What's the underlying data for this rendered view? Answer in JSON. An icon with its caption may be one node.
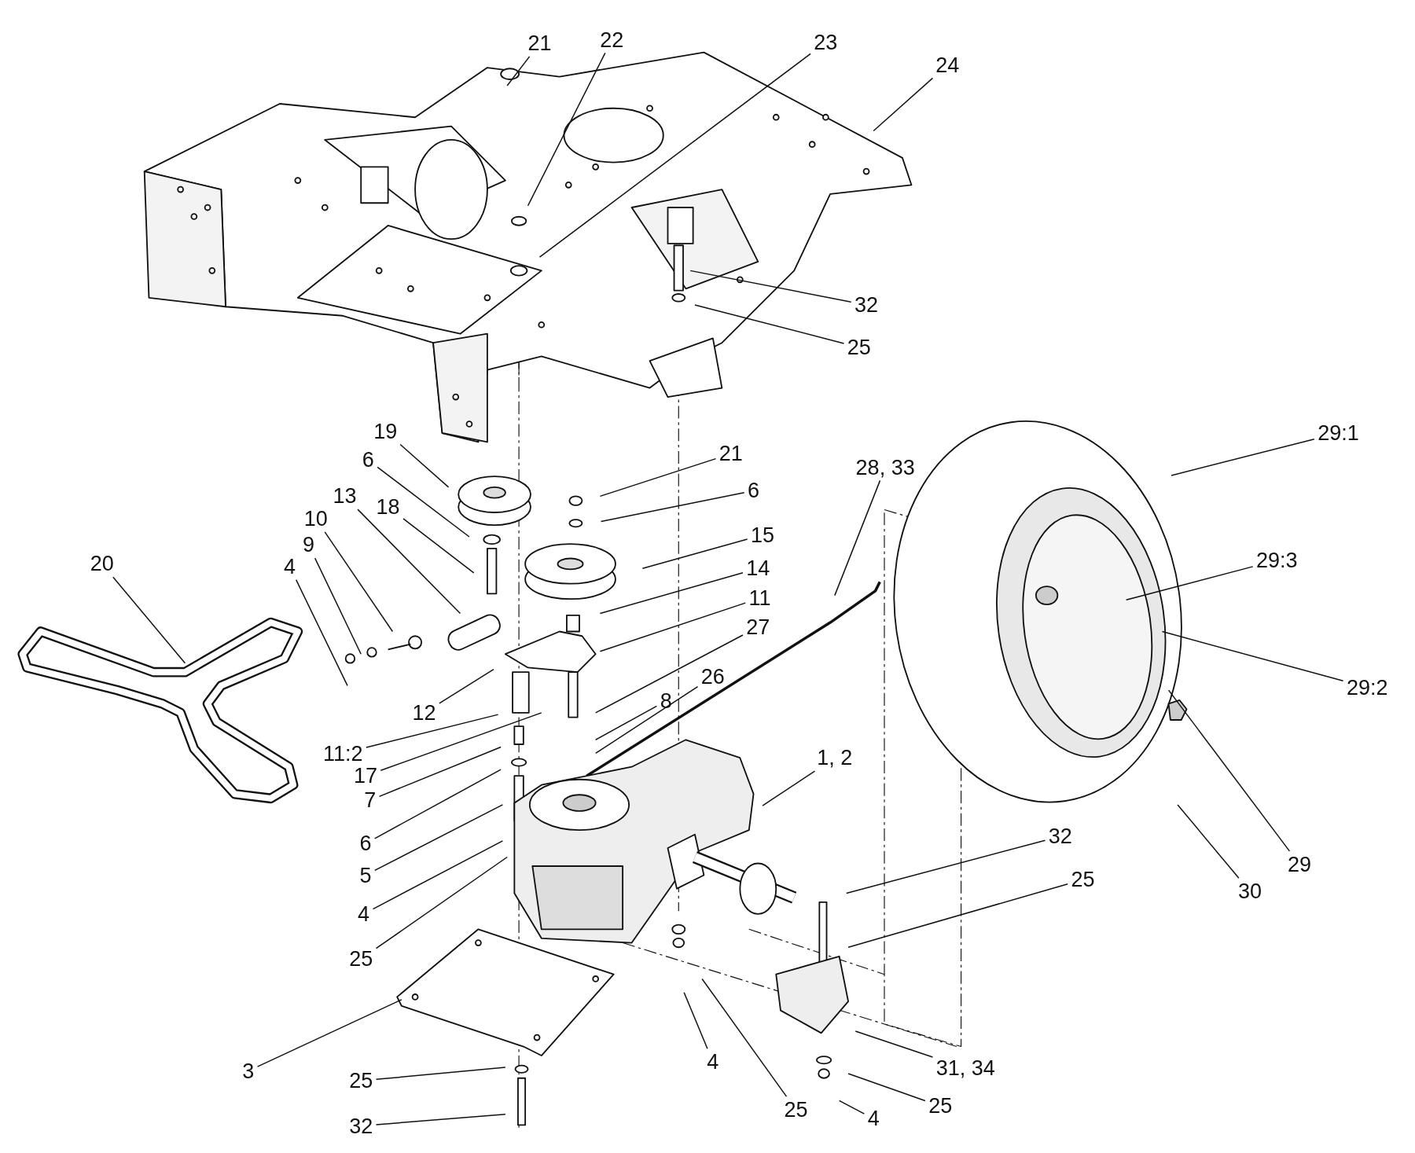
{
  "diagram": {
    "nodes": [
      {
        "text": [
          "21"
        ]
      },
      {
        "text": [
          "22"
        ]
      },
      {
        "text": [
          "23"
        ]
      },
      {
        "text": [
          "24"
        ]
      },
      {
        "text": [
          "32"
        ]
      },
      {
        "text": [
          "25"
        ]
      },
      {
        "text": [
          "29:1"
        ]
      },
      {
        "text": [
          "21"
        ]
      },
      {
        "text": [
          "6"
        ]
      },
      {
        "text": [
          "28, 33"
        ]
      },
      {
        "text": [
          "19"
        ]
      },
      {
        "text": [
          "6"
        ]
      },
      {
        "text": [
          "13"
        ]
      },
      {
        "text": [
          "10"
        ]
      },
      {
        "text": [
          "18"
        ]
      },
      {
        "text": [
          "9"
        ]
      },
      {
        "text": [
          "4"
        ]
      },
      {
        "text": [
          "15"
        ]
      },
      {
        "text": [
          "14"
        ]
      },
      {
        "text": [
          "11"
        ]
      },
      {
        "text": [
          "27"
        ]
      },
      {
        "text": [
          "26"
        ]
      },
      {
        "text": [
          "8"
        ]
      },
      {
        "text": [
          "20"
        ]
      },
      {
        "text": [
          "29:3"
        ]
      },
      {
        "text": [
          "29:2"
        ]
      },
      {
        "text": [
          "12"
        ]
      },
      {
        "text": [
          "11:2"
        ]
      },
      {
        "text": [
          "17"
        ]
      },
      {
        "text": [
          "7"
        ]
      },
      {
        "text": [
          "6"
        ]
      },
      {
        "text": [
          "1, 2"
        ]
      },
      {
        "text": [
          "5"
        ]
      },
      {
        "text": [
          "4"
        ]
      },
      {
        "text": [
          "25"
        ]
      },
      {
        "text": [
          "32"
        ]
      },
      {
        "text": [
          "25"
        ]
      },
      {
        "text": [
          "30"
        ]
      },
      {
        "text": [
          "29"
        ]
      },
      {
        "text": [
          "3"
        ]
      },
      {
        "text": [
          "4"
        ]
      },
      {
        "text": [
          "25"
        ]
      },
      {
        "text": [
          "31, 34"
        ]
      },
      {
        "text": [
          "25"
        ]
      },
      {
        "text": [
          "25"
        ]
      },
      {
        "text": [
          "4"
        ]
      },
      {
        "text": [
          "32"
        ]
      }
    ],
    "edges": [
      {
        "from": 0,
        "to": null,
        "arrow": "none"
      },
      {
        "from": 1,
        "to": null,
        "arrow": "none"
      },
      {
        "from": 2,
        "to": null,
        "arrow": "none"
      },
      {
        "from": 3,
        "to": null,
        "arrow": "none"
      },
      {
        "from": 4,
        "to": null,
        "arrow": "none"
      },
      {
        "from": 5,
        "to": null,
        "arrow": "none"
      },
      {
        "from": 6,
        "to": null,
        "arrow": "none"
      },
      {
        "from": 7,
        "to": null,
        "arrow": "none"
      },
      {
        "from": 8,
        "to": null,
        "arrow": "none"
      },
      {
        "from": 9,
        "to": null,
        "arrow": "none"
      },
      {
        "from": 10,
        "to": null,
        "arrow": "none"
      },
      {
        "from": 11,
        "to": null,
        "arrow": "none"
      },
      {
        "from": 12,
        "to": null,
        "arrow": "none"
      },
      {
        "from": 13,
        "to": null,
        "arrow": "none"
      },
      {
        "from": 14,
        "to": null,
        "arrow": "none"
      },
      {
        "from": 15,
        "to": null,
        "arrow": "none"
      },
      {
        "from": 16,
        "to": null,
        "arrow": "none"
      },
      {
        "from": 17,
        "to": null,
        "arrow": "none"
      },
      {
        "from": 18,
        "to": null,
        "arrow": "none"
      },
      {
        "from": 19,
        "to": null,
        "arrow": "none"
      },
      {
        "from": 20,
        "to": null,
        "arrow": "none"
      },
      {
        "from": 21,
        "to": null,
        "arrow": "none"
      },
      {
        "from": 22,
        "to": null,
        "arrow": "none"
      },
      {
        "from": 23,
        "to": null,
        "arrow": "none"
      },
      {
        "from": 24,
        "to": null,
        "arrow": "none"
      },
      {
        "from": 25,
        "to": null,
        "arrow": "none"
      },
      {
        "from": 26,
        "to": null,
        "arrow": "none"
      },
      {
        "from": 27,
        "to": null,
        "arrow": "none"
      },
      {
        "from": 28,
        "to": null,
        "arrow": "none"
      },
      {
        "from": 29,
        "to": null,
        "arrow": "none"
      },
      {
        "from": 30,
        "to": null,
        "arrow": "none"
      },
      {
        "from": 31,
        "to": null,
        "arrow": "none"
      },
      {
        "from": 32,
        "to": null,
        "arrow": "none"
      },
      {
        "from": 33,
        "to": null,
        "arrow": "none"
      },
      {
        "from": 34,
        "to": null,
        "arrow": "none"
      },
      {
        "from": 35,
        "to": null,
        "arrow": "none"
      },
      {
        "from": 36,
        "to": null,
        "arrow": "none"
      },
      {
        "from": 37,
        "to": null,
        "arrow": "none"
      },
      {
        "from": 38,
        "to": null,
        "arrow": "none"
      },
      {
        "from": 39,
        "to": null,
        "arrow": "none"
      },
      {
        "from": 40,
        "to": null,
        "arrow": "none"
      },
      {
        "from": 41,
        "to": null,
        "arrow": "none"
      },
      {
        "from": 42,
        "to": null,
        "arrow": "none"
      },
      {
        "from": 43,
        "to": null,
        "arrow": "none"
      },
      {
        "from": 44,
        "to": null,
        "arrow": "none"
      },
      {
        "from": 45,
        "to": null,
        "arrow": "none"
      },
      {
        "from": 46,
        "to": null,
        "arrow": "none"
      }
    ]
  }
}
